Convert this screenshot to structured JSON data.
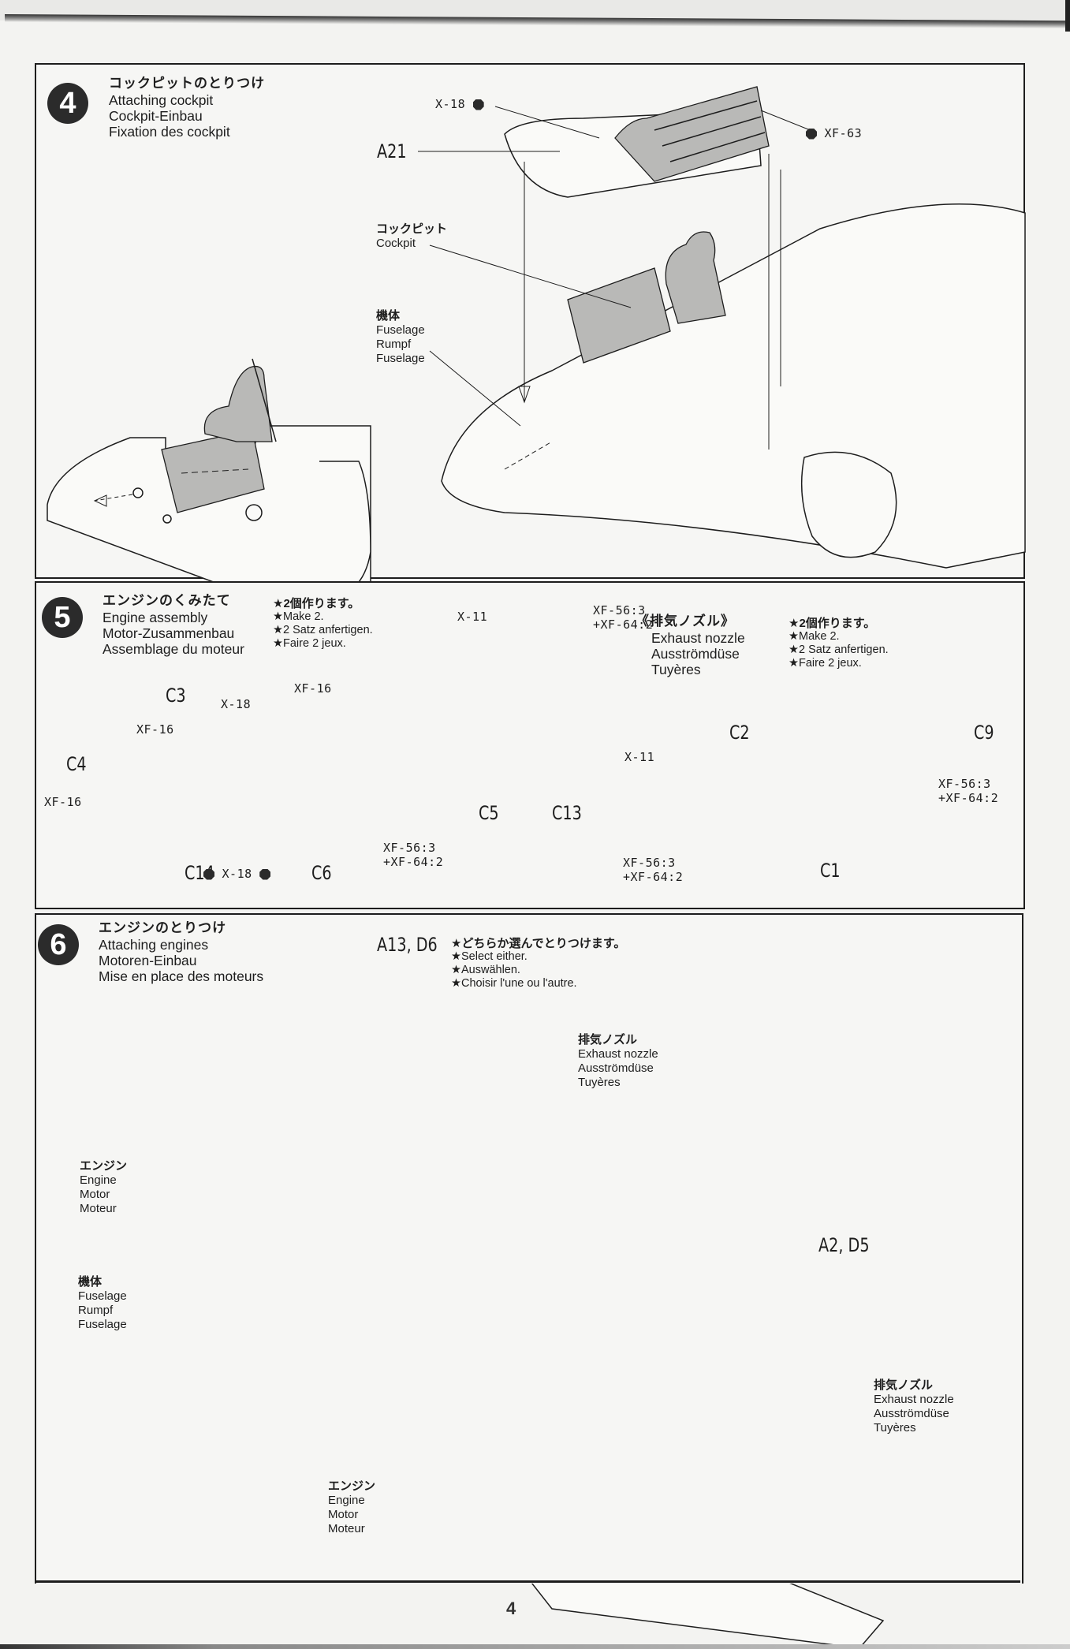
{
  "page_number": "4",
  "steps": [
    {
      "number": "4",
      "title": {
        "jp": "コックピットのとりつけ",
        "en": "Attaching cockpit",
        "de": "Cockpit-Einbau",
        "fr": "Fixation des cockpit"
      },
      "parts": [
        "A21"
      ],
      "paints": [
        {
          "code": "X-18"
        },
        {
          "code": "XF-63"
        }
      ],
      "callouts": [
        {
          "jp": "コックピット",
          "lines": [
            "Cockpit"
          ]
        },
        {
          "jp": "機体",
          "lines": [
            "Fuselage",
            "Rumpf",
            "Fuselage"
          ]
        }
      ]
    },
    {
      "number": "5",
      "title": {
        "jp": "エンジンのくみたて",
        "en": "Engine assembly",
        "de": "Motor-Zusammenbau",
        "fr": "Assemblage du moteur"
      },
      "note": {
        "jp": "★2個作ります。",
        "en": "★Make 2.",
        "de": "★2 Satz anfertigen.",
        "fr": "★Faire 2 jeux."
      },
      "sub_assembly": {
        "title_jp": "《排気ノズル》",
        "en": "Exhaust nozzle",
        "de": "Ausströmdüse",
        "fr": "Tuyères",
        "note": {
          "jp": "★2個作ります。",
          "en": "★Make 2.",
          "de": "★2 Satz anfertigen.",
          "fr": "★Faire 2 jeux."
        }
      },
      "parts": [
        "C3",
        "C4",
        "C14",
        "C6",
        "C5",
        "C13",
        "C2",
        "C9",
        "C1"
      ],
      "paints": [
        {
          "code": "X-18"
        },
        {
          "code": "XF-16"
        },
        {
          "code": "XF-16"
        },
        {
          "code": "XF-16"
        },
        {
          "code": "X-11"
        },
        {
          "code": "X-11"
        },
        {
          "code": "X-18"
        },
        {
          "mix": [
            "XF-56:3",
            "+XF-64:2"
          ]
        },
        {
          "mix": [
            "XF-56:3",
            "+XF-64:2"
          ]
        },
        {
          "mix": [
            "XF-56:3",
            "+XF-64:2"
          ]
        },
        {
          "mix": [
            "XF-56:3",
            "+XF-64:2"
          ]
        }
      ]
    },
    {
      "number": "6",
      "title": {
        "jp": "エンジンのとりつけ",
        "en": "Attaching engines",
        "de": "Motoren-Einbau",
        "fr": "Mise en place des moteurs"
      },
      "parts": [
        "A13, D6",
        "A2, D5"
      ],
      "note": {
        "jp": "★どちらか選んでとりつけます。",
        "en": "★Select either.",
        "de": "★Auswählen.",
        "fr": "★Choisir l'une ou l'autre."
      },
      "callouts": [
        {
          "jp": "排気ノズル",
          "lines": [
            "Exhaust nozzle",
            "Ausströmdüse",
            "Tuyères"
          ]
        },
        {
          "jp": "エンジン",
          "lines": [
            "Engine",
            "Motor",
            "Moteur"
          ]
        },
        {
          "jp": "機体",
          "lines": [
            "Fuselage",
            "Rumpf",
            "Fuselage"
          ]
        },
        {
          "jp": "排気ノズル",
          "lines": [
            "Exhaust nozzle",
            "Ausströmdüse",
            "Tuyères"
          ]
        },
        {
          "jp": "エンジン",
          "lines": [
            "Engine",
            "Motor",
            "Moteur"
          ]
        }
      ]
    }
  ]
}
